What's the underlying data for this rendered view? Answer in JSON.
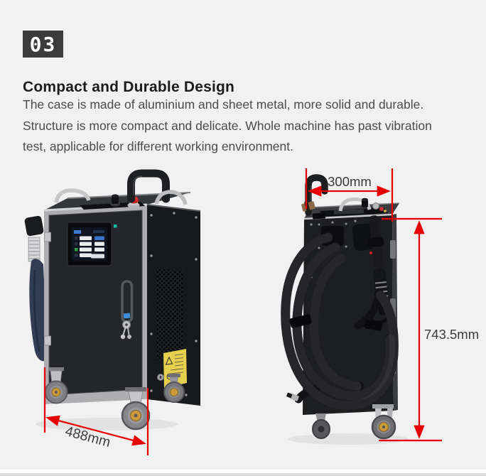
{
  "page": {
    "background_color": "#f1f1f2",
    "bottom_strip_colors": [
      "#ffffff",
      "#dcdcdd"
    ]
  },
  "colors": {
    "accent_red": "#e80000",
    "badge_background": "#3b3b3b",
    "badge_text": "#ffffff",
    "heading_text": "#1c1c1c",
    "body_text": "#4b4b4b",
    "dimension_text": "#3a3a3a",
    "machine_body": "#1d1f21",
    "aluminium_frame": "#aeaeb1",
    "warning_label_yellow": "#e6d04e",
    "caster_hub_brass": "#c9993a"
  },
  "header": {
    "section_number": "03",
    "title": "Compact and Durable Design",
    "description_lines": [
      "The case is made of aluminium and sheet metal, more solid and durable.",
      "Structure is more compact and delicate. Whole machine has past vibration",
      "test, applicable for different working environment."
    ]
  },
  "figure": {
    "dimensions": {
      "width_top": "300mm",
      "height_right": "743.5mm",
      "depth_bottom": "488mm"
    }
  }
}
